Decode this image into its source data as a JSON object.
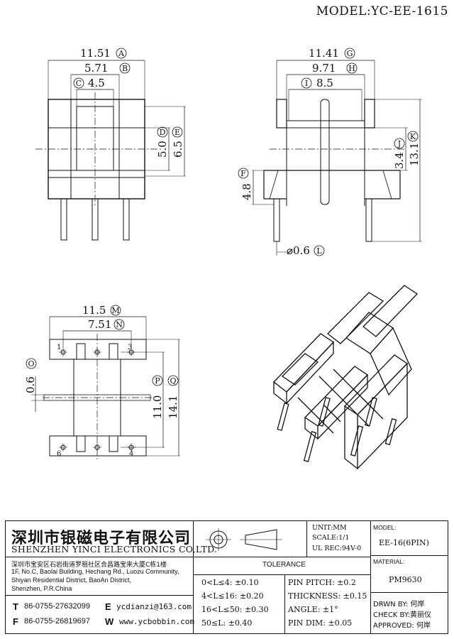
{
  "header": {
    "model_label": "MODEL:YC-EE-1615"
  },
  "views": {
    "front": {
      "dims": [
        {
          "value": "11.51",
          "tag": "A"
        },
        {
          "value": "5.71",
          "tag": "B"
        },
        {
          "value": "4.5",
          "tag": "C"
        },
        {
          "value": "5.0",
          "tag": "D"
        },
        {
          "value": "6.5",
          "tag": "E"
        }
      ]
    },
    "side": {
      "dims": [
        {
          "value": "11.41",
          "tag": "G"
        },
        {
          "value": "9.71",
          "tag": "H"
        },
        {
          "value": "8.5",
          "tag": "I"
        },
        {
          "value": "3.4",
          "tag": "J"
        },
        {
          "value": "13.1",
          "tag": "K"
        },
        {
          "value": "4.8",
          "tag": "F"
        },
        {
          "value": "⌀0.6",
          "tag": "L"
        }
      ]
    },
    "bottom": {
      "dims": [
        {
          "value": "11.5",
          "tag": "M"
        },
        {
          "value": "7.51",
          "tag": "N"
        },
        {
          "value": "0.6",
          "tag": "O"
        },
        {
          "value": "11.0",
          "tag": "P"
        },
        {
          "value": "14.1",
          "tag": "Q"
        }
      ],
      "pin_labels": [
        "1",
        "3",
        "6",
        "4"
      ]
    }
  },
  "title_block": {
    "company_cn": "深圳市银磁电子有限公司",
    "company_en": "SHENZHEN YINCI ELECTRONICS CO,LTD.",
    "address_cn": "深圳市宝安区石岩街道罗租社区合昌路宝来大厦C栋1楼",
    "address_en": [
      "1F, No.C, Baolai Building, Hechang Rd., Luozu Community,",
      "Shiyan Residential District, BaoAn District,",
      "Shenzhen, P.R.China"
    ],
    "tel_prefix": "T",
    "tel": "86-0755-27632099",
    "fax_prefix": "F",
    "fax": "86-0755-26819697",
    "email_prefix": "E",
    "email": "ycdianzi@163.com",
    "web_prefix": "W",
    "web": "www.ycbobbin.com",
    "unit": "UNIT:MM",
    "scale": "SCALE:1/1",
    "ul_rec": "UL REC:94V-0",
    "tolerance_title": "TOLERANCE",
    "tolerances_left": [
      "0<L≤4: ±0.10",
      "4<L≤16: ±0.20",
      "16<L≤50: ±0.30",
      "50≤L: ±0.40"
    ],
    "tolerances_right": [
      "PIN PITCH: ±0.2",
      "THICKNESS: ±0.15",
      "ANGLE: ±1°",
      "PIN DIM: ±0.05"
    ],
    "model_heading": "MODEL:",
    "model_value": "EE-16(6PIN)",
    "material_heading": "MATERIAL:",
    "material_value": "PM9630",
    "drawn_by": "DRWN BY: 何岸",
    "check_by": "CHECK BY:黄丽仪",
    "approved": "APPROVED: 何岸"
  }
}
